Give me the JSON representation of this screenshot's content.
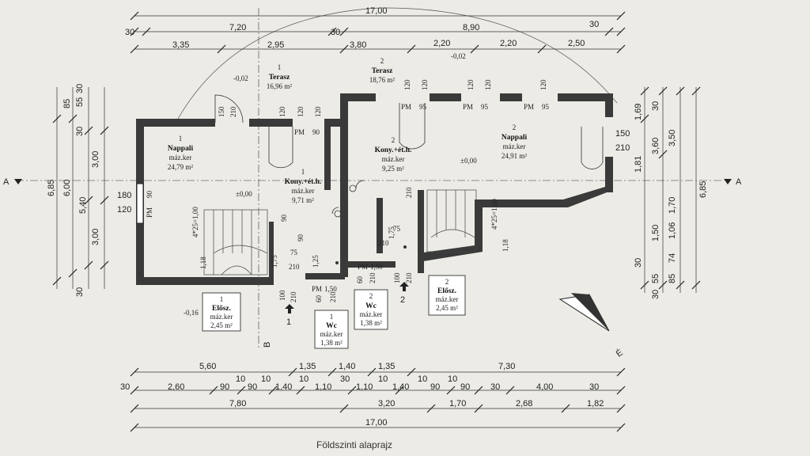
{
  "title": "Földszinti alaprajz",
  "section_labels": {
    "A_left": "A",
    "A_right": "A",
    "B": "B"
  },
  "north_symbol": "É",
  "top_dims": {
    "row1": [
      "17,00"
    ],
    "row2": [
      "30",
      "7,20",
      "30",
      "8,90",
      "30"
    ],
    "row3": [
      "3,35",
      "2,95",
      "3,80",
      "2,20",
      "2,20",
      "2,50"
    ],
    "wall_openings": [
      "120",
      "120",
      "120",
      "120",
      "120",
      "120",
      "120",
      "150",
      "210",
      "120"
    ]
  },
  "bottom_dims": {
    "row1": [
      "5,60",
      "1,35",
      "1,40",
      "1,35",
      "7,30"
    ],
    "row2": [
      "30",
      "2,60",
      "90",
      "10",
      "90",
      "10",
      "1,40",
      "10",
      "1,10",
      "30",
      "1,10",
      "10",
      "1,40",
      "10",
      "90",
      "10",
      "90",
      "30",
      "4,00",
      "30"
    ],
    "row3": [
      "7,80",
      "3,20",
      "1,70",
      "2,68",
      "1,82"
    ],
    "row4": [
      "17,00"
    ]
  },
  "left_dims": [
    "6,85",
    "6,00",
    "5,40",
    "3,00",
    "3,00",
    "30",
    "55",
    "30",
    "85",
    "30",
    "180",
    "120",
    "90"
  ],
  "right_dims": [
    "6,85",
    "3,50",
    "1,69",
    "3,60",
    "1,81",
    "1,70",
    "1,06",
    "1,50",
    "74",
    "85",
    "30",
    "30",
    "55",
    "30",
    "150",
    "210"
  ],
  "rooms": [
    {
      "num": "1",
      "name": "Terasz",
      "area": "16,96 m²"
    },
    {
      "num": "2",
      "name": "Terasz",
      "area": "18,76 m²"
    },
    {
      "num": "1",
      "name": "Nappali",
      "floor": "máz.ker",
      "area": "24,79 m²"
    },
    {
      "num": "1",
      "name": "Kony.+ét.h.",
      "floor": "máz.ker",
      "area": "9,71 m²"
    },
    {
      "num": "2",
      "name": "Kony.+ét.h.",
      "floor": "máz.ker",
      "area": "9,25 m²"
    },
    {
      "num": "2",
      "name": "Nappali",
      "floor": "máz.ker",
      "area": "24,91 m²"
    }
  ],
  "boxed_rooms": [
    {
      "num": "1",
      "name": "Elősz.",
      "floor": "máz.ker",
      "area": "2,45 m²"
    },
    {
      "num": "1",
      "name": "Wc",
      "floor": "máz.ker",
      "area": "1,38 m²"
    },
    {
      "num": "2",
      "name": "Wc",
      "floor": "máz.ker",
      "area": "1,38 m²"
    },
    {
      "num": "2",
      "name": "Elősz.",
      "floor": "máz.ker",
      "area": "2,45 m²"
    }
  ],
  "levels": [
    "-0,02",
    "-0,02",
    "±0,00",
    "±0,00",
    "-0,16"
  ],
  "stairs": [
    "4*25=1,00",
    "4*25=1,00"
  ],
  "window_labels": [
    "PM",
    "90",
    "PM",
    "95",
    "PM",
    "95",
    "PM",
    "95",
    "PM",
    "90",
    "PM",
    "1,50",
    "PM",
    "1,50"
  ],
  "door_labels": [
    "100",
    "210",
    "60",
    "210",
    "60",
    "210",
    "100",
    "210",
    "75",
    "210",
    "75",
    "210",
    "1,18",
    "1,18",
    "1,25",
    "1,75",
    "1,75",
    "210",
    "90",
    "90"
  ],
  "entrances": [
    "1",
    "2"
  ]
}
